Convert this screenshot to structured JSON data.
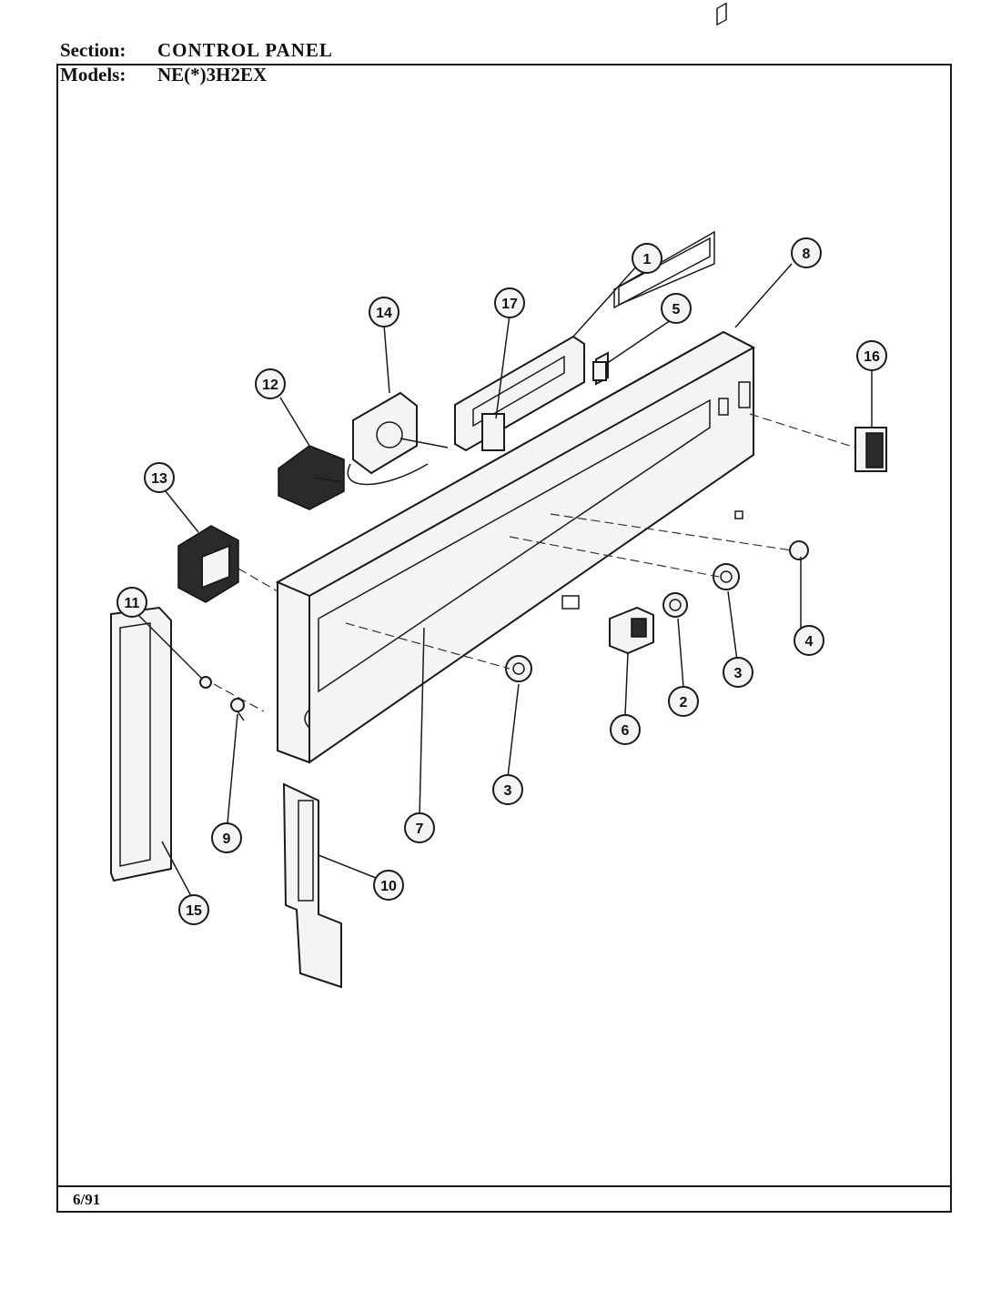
{
  "header": {
    "section_label": "Section:",
    "section_value": "CONTROL PANEL",
    "models_label": "Models:",
    "models_value": "NE(*)3H2EX"
  },
  "footer": {
    "date": "6/91"
  },
  "callouts": [
    "1",
    "2",
    "3",
    "3",
    "4",
    "5",
    "6",
    "7",
    "8",
    "9",
    "10",
    "11",
    "12",
    "13",
    "14",
    "15",
    "16",
    "17"
  ]
}
